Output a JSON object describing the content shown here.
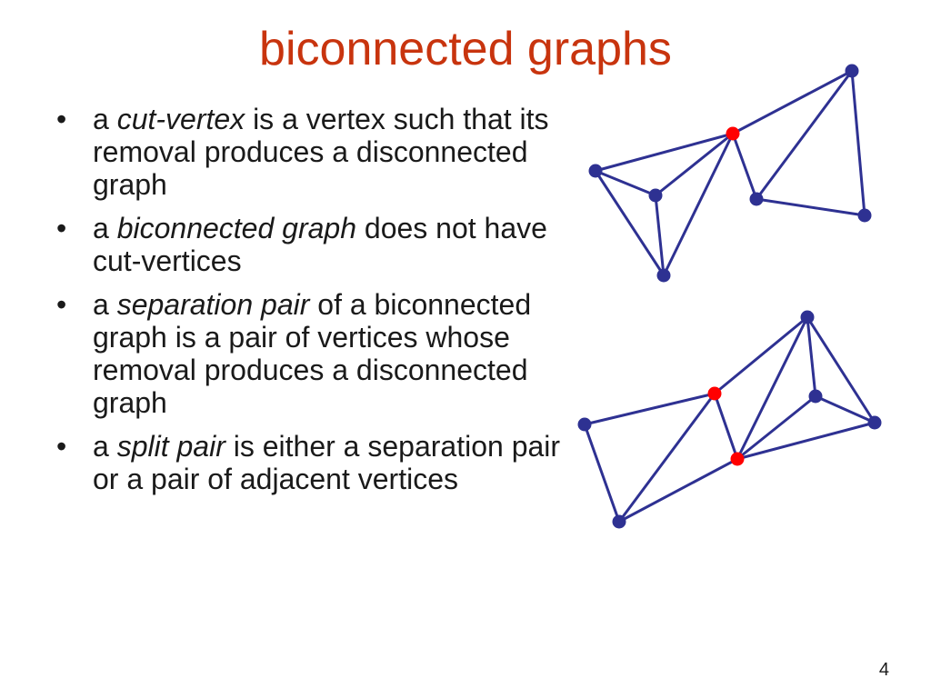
{
  "slide": {
    "title": "biconnected graphs",
    "page_number": "4"
  },
  "bullets": [
    {
      "marker": "•",
      "pre": "a",
      "term": "cut-vertex",
      "post": "is a vertex such that its removal produces a disconnected graph"
    },
    {
      "marker": "•",
      "pre": "a",
      "term": "biconnected graph",
      "post": "does not have cut-vertices"
    },
    {
      "marker": "•",
      "pre": "a",
      "term": "separation pair",
      "post": "of a biconnected graph is a pair of vertices whose removal produces a disconnected graph"
    },
    {
      "marker": "•",
      "pre": "a",
      "term": "split pair",
      "post": "is either a separation pair or a pair of adjacent vertices"
    }
  ],
  "colors": {
    "title": "#c8340e",
    "edge": "#2e3192",
    "vertex": "#2e3192",
    "highlight_vertex": "#ff0000"
  }
}
